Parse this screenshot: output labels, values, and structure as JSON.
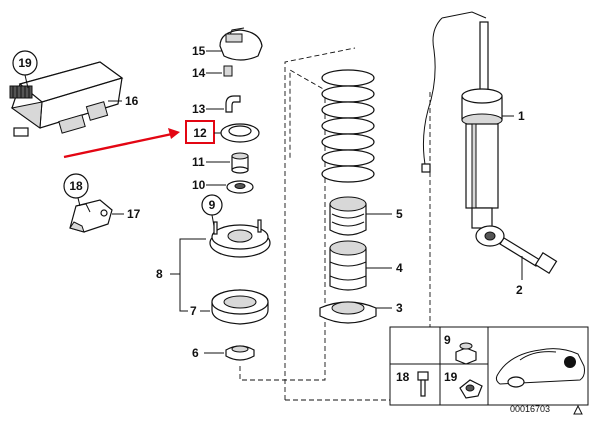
{
  "callouts": {
    "c1": "1",
    "c2": "2",
    "c3": "3",
    "c4": "4",
    "c5": "5",
    "c6": "6",
    "c7": "7",
    "c8": "8",
    "c9": "9",
    "c10": "10",
    "c11": "11",
    "c12": "12",
    "c13": "13",
    "c14": "14",
    "c15": "15",
    "c16": "16",
    "c17": "17",
    "c18": "18",
    "c19": "19"
  },
  "inset": {
    "c9": "9",
    "c18": "18",
    "c19": "19"
  },
  "diagram_ref": "00016703",
  "colors": {
    "highlight": "#e30613",
    "ink": "#111111"
  }
}
